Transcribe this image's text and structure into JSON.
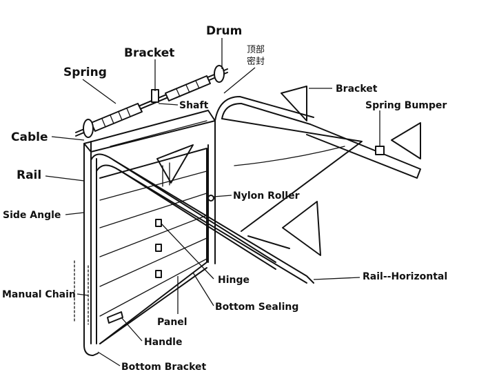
{
  "labels": {
    "drum": "Drum",
    "bracket_top": "Bracket",
    "spring": "Spring",
    "chinese_line1": "顶部",
    "chinese_line2": "密封",
    "bracket_right": "Bracket",
    "shaft": "Shaft",
    "spring_bumper": "Spring Bumper",
    "cable": "Cable",
    "rail": "Rail",
    "nylon_roller": "Nylon Roller",
    "side_angle": "Side Angle",
    "hinge": "Hinge",
    "rail_horizontal": "Rail--Horizontal",
    "manual_chain": "Manual Chain",
    "bottom_sealing": "Bottom Sealing",
    "panel": "Panel",
    "handle": "Handle",
    "bottom_bracket": "Bottom Bracket"
  },
  "colors": {
    "ink": "#111111",
    "background": "#ffffff"
  }
}
